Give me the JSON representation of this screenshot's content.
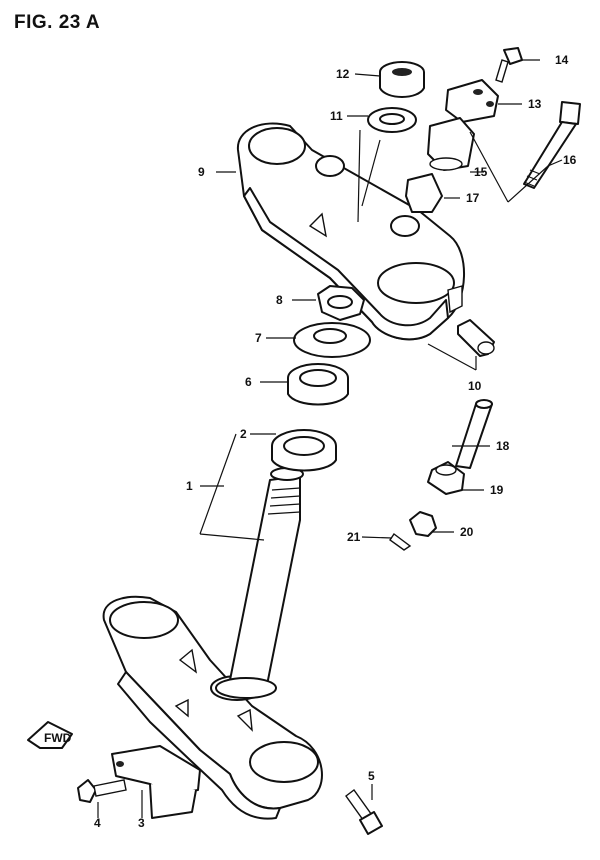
{
  "figure": {
    "title": "FIG. 23 A"
  },
  "fwd_label": "FWD",
  "callouts": [
    "1",
    "2",
    "3",
    "4",
    "5",
    "6",
    "7",
    "8",
    "9",
    "10",
    "11",
    "12",
    "13",
    "14",
    "15",
    "16",
    "17",
    "18",
    "19",
    "20",
    "21"
  ]
}
